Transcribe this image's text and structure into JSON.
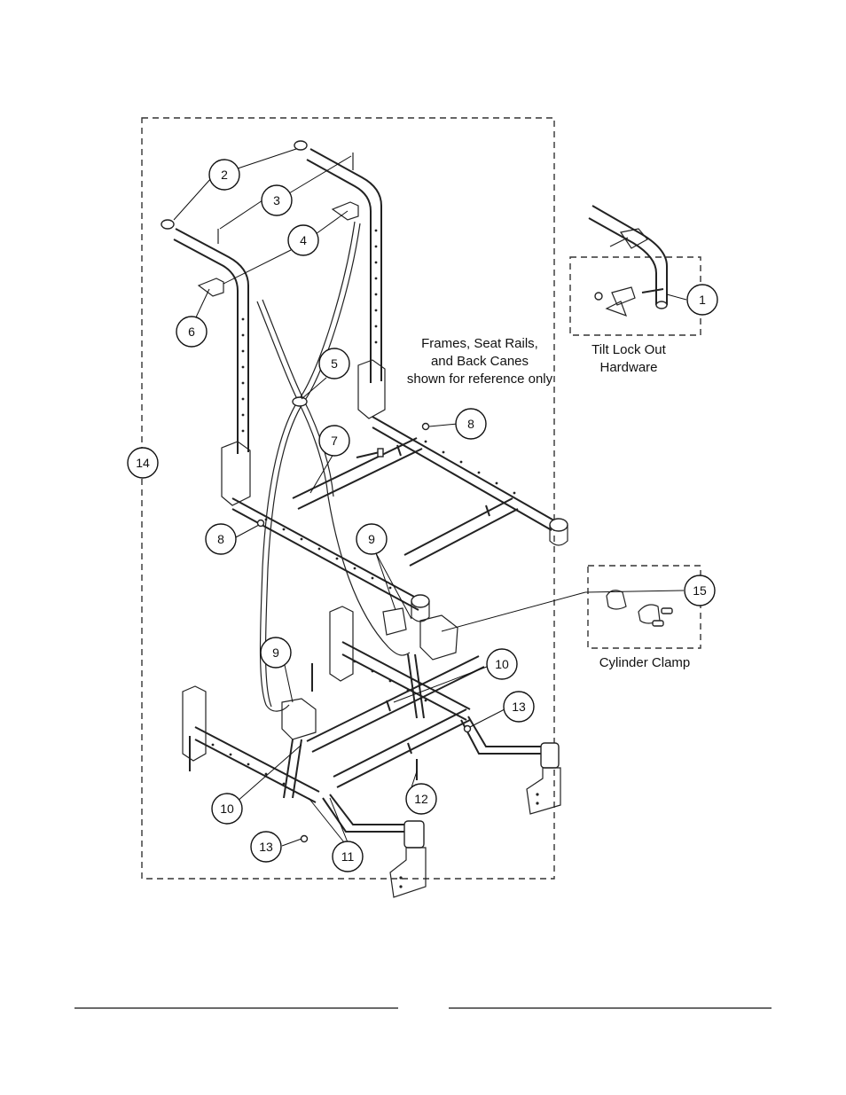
{
  "callouts": {
    "c1": "1",
    "c2": "2",
    "c3": "3",
    "c4": "4",
    "c5": "5",
    "c6": "6",
    "c7": "7",
    "c8a": "8",
    "c8b": "8",
    "c9a": "9",
    "c9b": "9",
    "c10a": "10",
    "c10b": "10",
    "c11": "11",
    "c12": "12",
    "c13a": "13",
    "c13b": "13",
    "c14": "14",
    "c15": "15"
  },
  "labels": {
    "reference_line1": "Frames, Seat Rails,",
    "reference_line2": "and Back Canes",
    "reference_line3": "shown for reference only",
    "tilt_line1": "Tilt Lock Out",
    "tilt_line2": "Hardware",
    "cylinder_clamp": "Cylinder Clamp"
  }
}
